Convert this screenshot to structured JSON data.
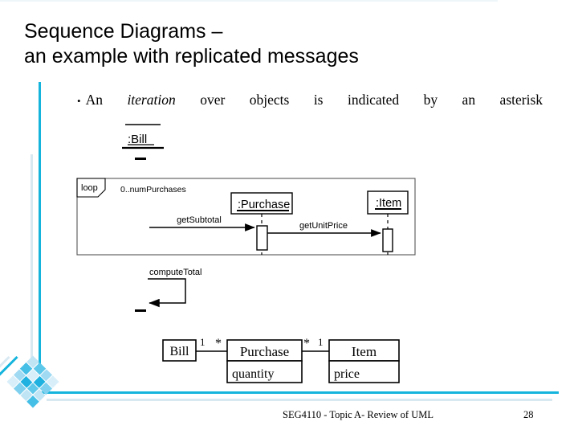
{
  "slide": {
    "title": "Sequence Diagrams –\n   an example with replicated messages",
    "bullet": {
      "glyph": "•",
      "part1": "An ",
      "emphasis": "iteration",
      "part2": " over objects is indicated by an asterisk",
      "full_text": "An iteration over objects is indicated by an asterisk"
    }
  },
  "sequence_diagram": {
    "lifelines": [
      {
        "name": "bill",
        "label": ":Bill"
      },
      {
        "name": "purchase",
        "label": ":Purchase"
      },
      {
        "name": "item",
        "label": ":Item"
      }
    ],
    "fragment": {
      "operator": "loop",
      "guard": "0..numPurchases"
    },
    "messages": [
      {
        "name": "get-subtotal",
        "label": "getSubtotal",
        "from": "bill",
        "to": "purchase",
        "kind": "call"
      },
      {
        "name": "get-unit-price",
        "label": "getUnitPrice",
        "from": "purchase",
        "to": "item",
        "kind": "call"
      },
      {
        "name": "compute-total",
        "label": "computeTotal",
        "from": "bill",
        "to": "bill",
        "kind": "self-call"
      }
    ]
  },
  "class_diagram": {
    "classes": [
      {
        "name": "bill",
        "label": "Bill",
        "attributes": []
      },
      {
        "name": "purchase",
        "label": "Purchase",
        "attributes": [
          "quantity"
        ]
      },
      {
        "name": "item",
        "label": "Item",
        "attributes": [
          "price"
        ]
      }
    ],
    "associations": [
      {
        "name": "bill-purchase",
        "source": "Bill",
        "target": "Purchase",
        "source_multiplicity": "1",
        "target_multiplicity": "*"
      },
      {
        "name": "purchase-item",
        "source": "Purchase",
        "target": "Item",
        "source_multiplicity": "*",
        "target_multiplicity": "1"
      }
    ]
  },
  "footer": {
    "text": "SEG4110 - Topic A-  Review of UML",
    "page_number": "28"
  },
  "colors": {
    "accent_cyan": "#14b4dd",
    "accent_pale": "#d9e9f2",
    "ink": "#000000",
    "background": "#ffffff"
  }
}
